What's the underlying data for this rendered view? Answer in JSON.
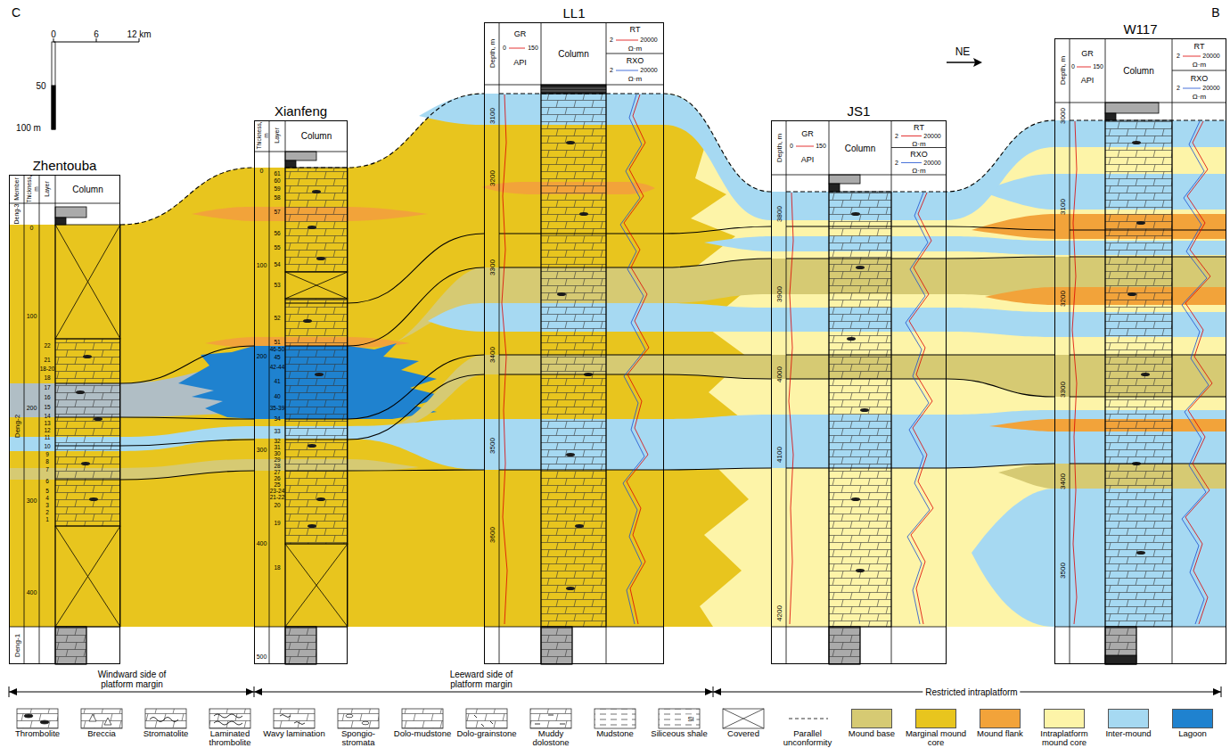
{
  "diagram": {
    "nodes": [
      {
        "text": [
          "Zhentouba"
        ]
      },
      {
        "text": [
          "Xianfeng"
        ]
      },
      {
        "text": [
          "LL1"
        ]
      },
      {
        "text": [
          "JS1"
        ]
      },
      {
        "text": [
          "W117"
        ]
      }
    ],
    "labels": [
      "C",
      "B",
      "0",
      "6",
      "12 km",
      "50",
      "100 m",
      "NE",
      "Member",
      "Thickness, m",
      "Layer",
      "Column",
      "Deng-3",
      "Deng-2",
      "Deng-1",
      "0",
      "100",
      "200",
      "300",
      "400",
      "22",
      "21",
      "18-20",
      "18",
      "17",
      "16",
      "15",
      "14",
      "13",
      "12",
      "11",
      "10",
      "9",
      "8",
      "7",
      "6",
      "5",
      "4",
      "3",
      "2",
      "1",
      "Thickness, m",
      "Layer",
      "Column",
      "0",
      "100",
      "200",
      "300",
      "400",
      "500",
      "61",
      "60",
      "59",
      "58",
      "57",
      "56",
      "55",
      "54",
      "53",
      "52",
      "51",
      "46-50",
      "45",
      "42-44",
      "41",
      "40",
      "35-39",
      "34",
      "33",
      "32",
      "31",
      "30",
      "29",
      "28",
      "27",
      "26",
      "25",
      "23-24",
      "21-22",
      "20",
      "19",
      "18",
      "Depth, m",
      "GR",
      "0",
      "150",
      "API",
      "Column",
      "RT",
      "2",
      "20000",
      "Ω·m",
      "RXO",
      "2",
      "20000",
      "Ω·m",
      "3100",
      "3200",
      "3300",
      "3400",
      "3500",
      "3600",
      "Depth, m",
      "GR",
      "0",
      "150",
      "API",
      "Column",
      "RT",
      "2",
      "20000",
      "Ω·m",
      "RXO",
      "2",
      "20000",
      "Ω·m",
      "3800",
      "3900",
      "4000",
      "4100",
      "4200",
      "Depth, m",
      "GR",
      "0",
      "150",
      "API",
      "Column",
      "RT",
      "2",
      "20000",
      "Ω·m",
      "RXO",
      "2",
      "20000",
      "Ω·m",
      "3000",
      "3100",
      "3200",
      "3300",
      "3400",
      "3500",
      "Windward side of platform margin",
      "Leeward side of platform margin",
      "Restricted intraplatform",
      "Si"
    ],
    "legend": [
      {
        "text": "Thrombolite"
      },
      {
        "text": "Breccia"
      },
      {
        "text": "Stromatolite"
      },
      {
        "text": "Laminated thrombolite"
      },
      {
        "text": "Wavy lamination"
      },
      {
        "text": "Spongio-stromata"
      },
      {
        "text": "Dolo-mudstone"
      },
      {
        "text": "Dolo-grainstone"
      },
      {
        "text": "Muddy dolostone"
      },
      {
        "text": "Mudstone"
      },
      {
        "text": "Siliceous shale"
      },
      {
        "text": "Covered"
      },
      {
        "text": "Parallel unconformity"
      },
      {
        "text": "Mound base",
        "color": "#d6ca73"
      },
      {
        "text": "Marginal mound core",
        "color": "#e8c51e"
      },
      {
        "text": "Mound flank",
        "color": "#f2a33a"
      },
      {
        "text": "Intraplatform mound core",
        "color": "#fdf4a8"
      },
      {
        "text": "Inter-mound",
        "color": "#a6d9f2"
      },
      {
        "text": "Lagoon",
        "color": "#1f82cf"
      }
    ]
  }
}
